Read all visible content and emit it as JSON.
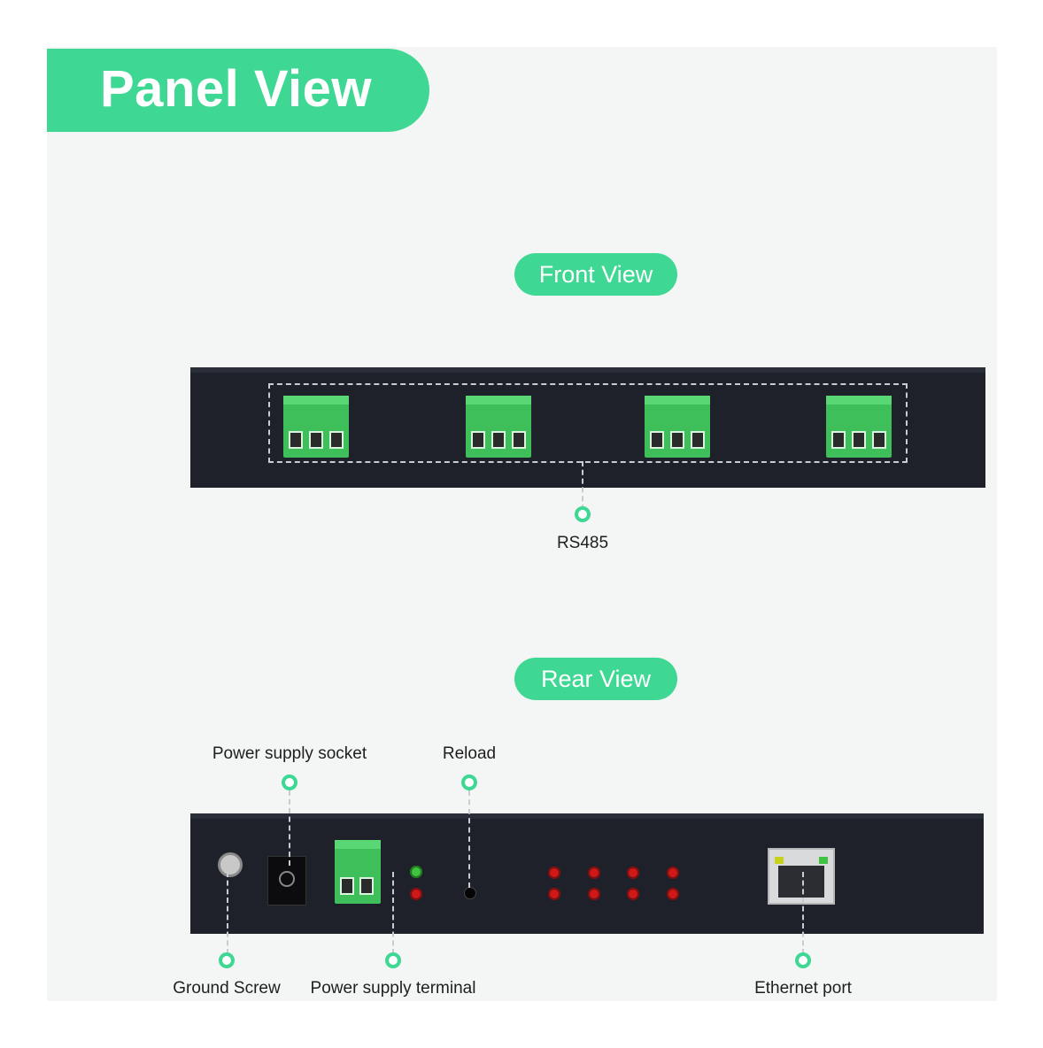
{
  "title": "Panel View",
  "front": {
    "heading": "Front View",
    "rs485_label": "RS485"
  },
  "rear": {
    "heading": "Rear View",
    "power_socket_label": "Power supply socket",
    "reload_label": "Reload",
    "ground_screw_label": "Ground Screw",
    "power_terminal_label": "Power supply terminal",
    "ethernet_label": "Ethernet port"
  },
  "colors": {
    "accent": "#3ed793",
    "device": "#1e2129",
    "terminal": "#3fbf59",
    "led_red": "#d01818",
    "led_green": "#3ec43e"
  }
}
